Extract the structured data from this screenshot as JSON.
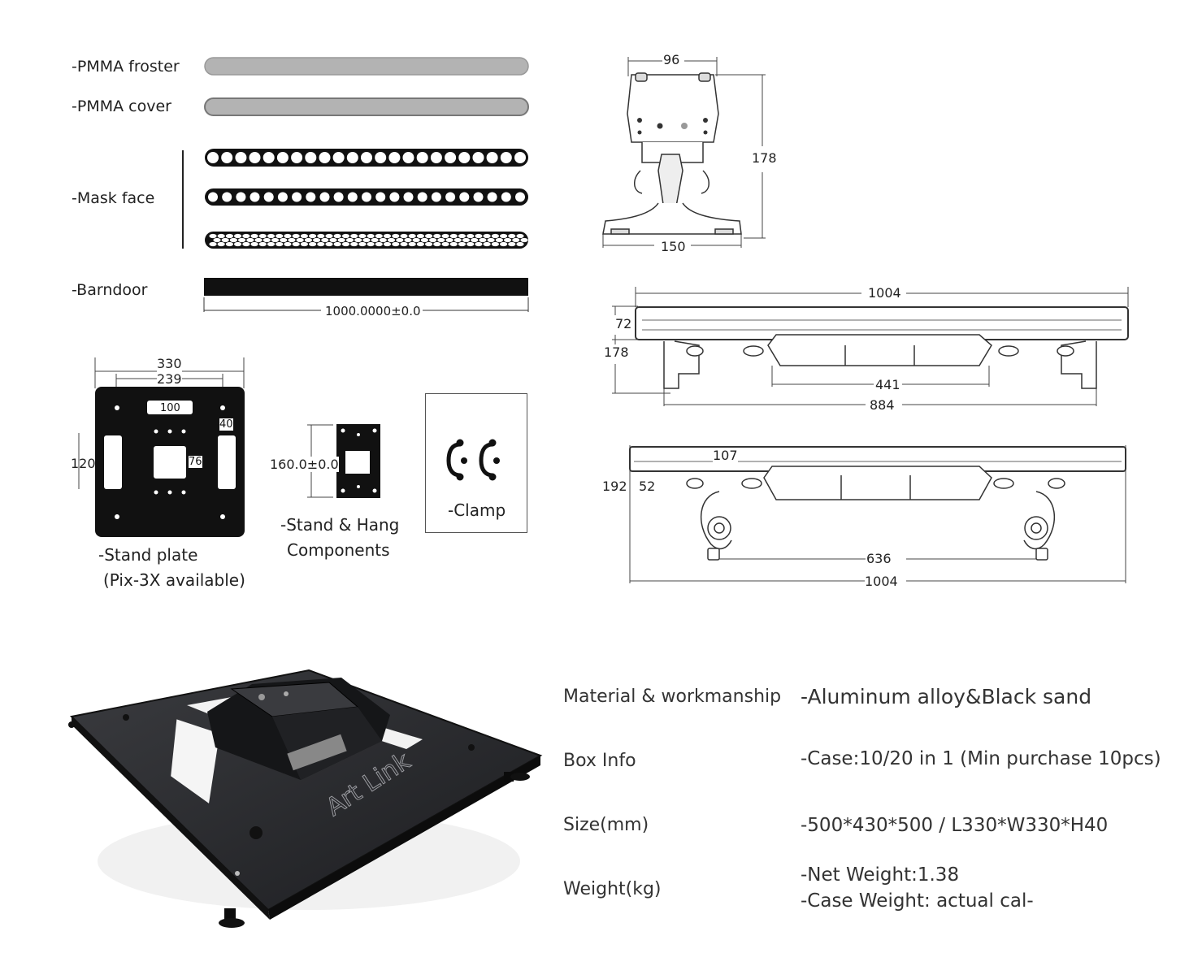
{
  "accessories": {
    "froster_label": "-PMMA froster",
    "cover_label": "-PMMA cover",
    "mask_label": "-Mask face",
    "barndoor_label": "-Barndoor",
    "barndoor_length": "1000.0000±0.0"
  },
  "stand_plate": {
    "dim_width": "330",
    "dim_inner": "239",
    "dim_slot": "100",
    "dim_height": "120",
    "dim_side": "40",
    "dim_center": "76",
    "caption_line1": "-Stand plate",
    "caption_line2": "(Pix-3X available)"
  },
  "hang": {
    "dim_height": "160.0±0.0",
    "caption_line1": "-Stand & Hang",
    "caption_line2": "Components"
  },
  "clamp": {
    "caption": "-Clamp"
  },
  "side_view": {
    "dim_width_top": "96",
    "dim_height": "178",
    "dim_base": "150"
  },
  "front_view": {
    "dim_length": "1004",
    "dim_body_height": "72",
    "dim_total_height": "178",
    "dim_bracket": "441",
    "dim_feet": "884"
  },
  "hang_view": {
    "dim_offset": "107",
    "dim_total_height": "192",
    "dim_body": "52",
    "dim_clamps": "636",
    "dim_length": "1004"
  },
  "photo": {
    "logo_text": "Art Link"
  },
  "specs": [
    {
      "key": "Material & workmanship",
      "value": "-Aluminum alloy&Black sand"
    },
    {
      "key": "Box Info",
      "value": "-Case:10/20 in 1 (Min  purchase 10pcs)"
    },
    {
      "key": "Size(mm)",
      "value": "-500*430*500 / L330*W330*H40"
    },
    {
      "key": "Weight(kg)",
      "value": "-Net Weight:1.38",
      "value2": "-Case Weight: actual cal-"
    }
  ]
}
